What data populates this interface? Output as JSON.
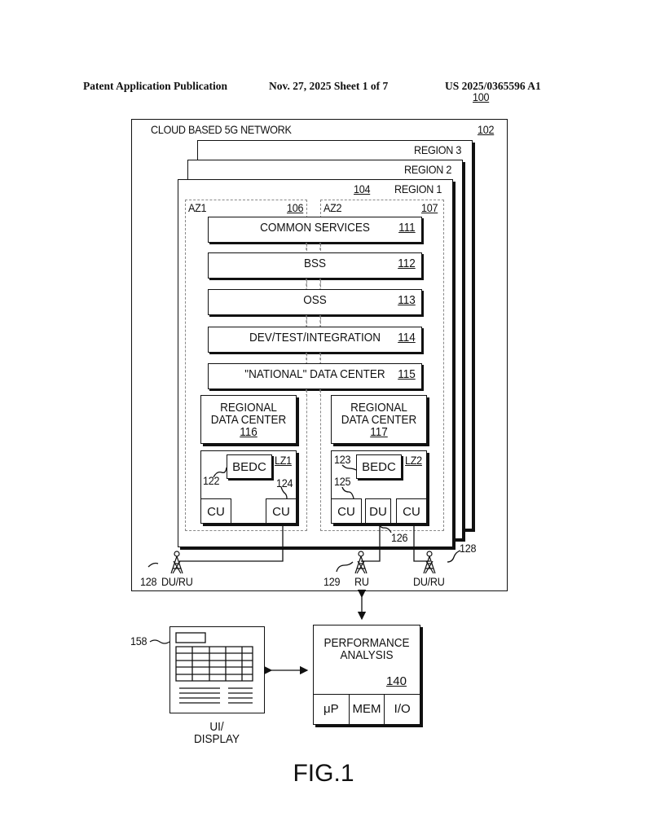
{
  "header": {
    "publication": "Patent Application Publication",
    "date_sheet": "Nov. 27, 2025  Sheet 1 of 7",
    "number": "US 2025/0365596 A1"
  },
  "figure": {
    "ref": "100",
    "caption": "FIG.1",
    "network": {
      "label": "CLOUD BASED 5G NETWORK",
      "ref": "102"
    },
    "regions": [
      {
        "label": "REGION 3"
      },
      {
        "label": "REGION 2"
      },
      {
        "label": "REGION 1",
        "ref": "104"
      }
    ],
    "az": [
      {
        "label": "AZ1",
        "ref": "106"
      },
      {
        "label": "AZ2",
        "ref": "107"
      }
    ],
    "layers": [
      {
        "label": "COMMON SERVICES",
        "ref": "111"
      },
      {
        "label": "BSS",
        "ref": "112"
      },
      {
        "label": "OSS",
        "ref": "113"
      },
      {
        "label": "DEV/TEST/INTEGRATION",
        "ref": "114"
      },
      {
        "label": "\"NATIONAL\" DATA CENTER",
        "ref": "115"
      }
    ],
    "regional_dc": [
      {
        "line1": "REGIONAL",
        "line2": "DATA CENTER",
        "ref": "116"
      },
      {
        "line1": "REGIONAL",
        "line2": "DATA CENTER",
        "ref": "117"
      }
    ],
    "lz": [
      {
        "label": "LZ1",
        "bedc": "BEDC",
        "bedc_ref": "122",
        "cu_ref": "124",
        "units": [
          "CU",
          "CU"
        ]
      },
      {
        "label": "LZ2",
        "bedc": "BEDC",
        "bedc_ref": "123",
        "cu_ref": "125",
        "du_ref": "126",
        "units": [
          "CU",
          "DU",
          "CU"
        ]
      }
    ],
    "towers": [
      {
        "ref": "128",
        "label": "DU/RU"
      },
      {
        "ref": "129",
        "label": "RU"
      },
      {
        "ref": "128",
        "label": "DU/RU"
      }
    ],
    "performance": {
      "line1": "PERFORMANCE",
      "line2": "ANALYSIS",
      "ref": "140",
      "parts": [
        "μP",
        "MEM",
        "I/O"
      ]
    },
    "display": {
      "ref": "158",
      "line1": "UI/",
      "line2": "DISPLAY"
    }
  }
}
